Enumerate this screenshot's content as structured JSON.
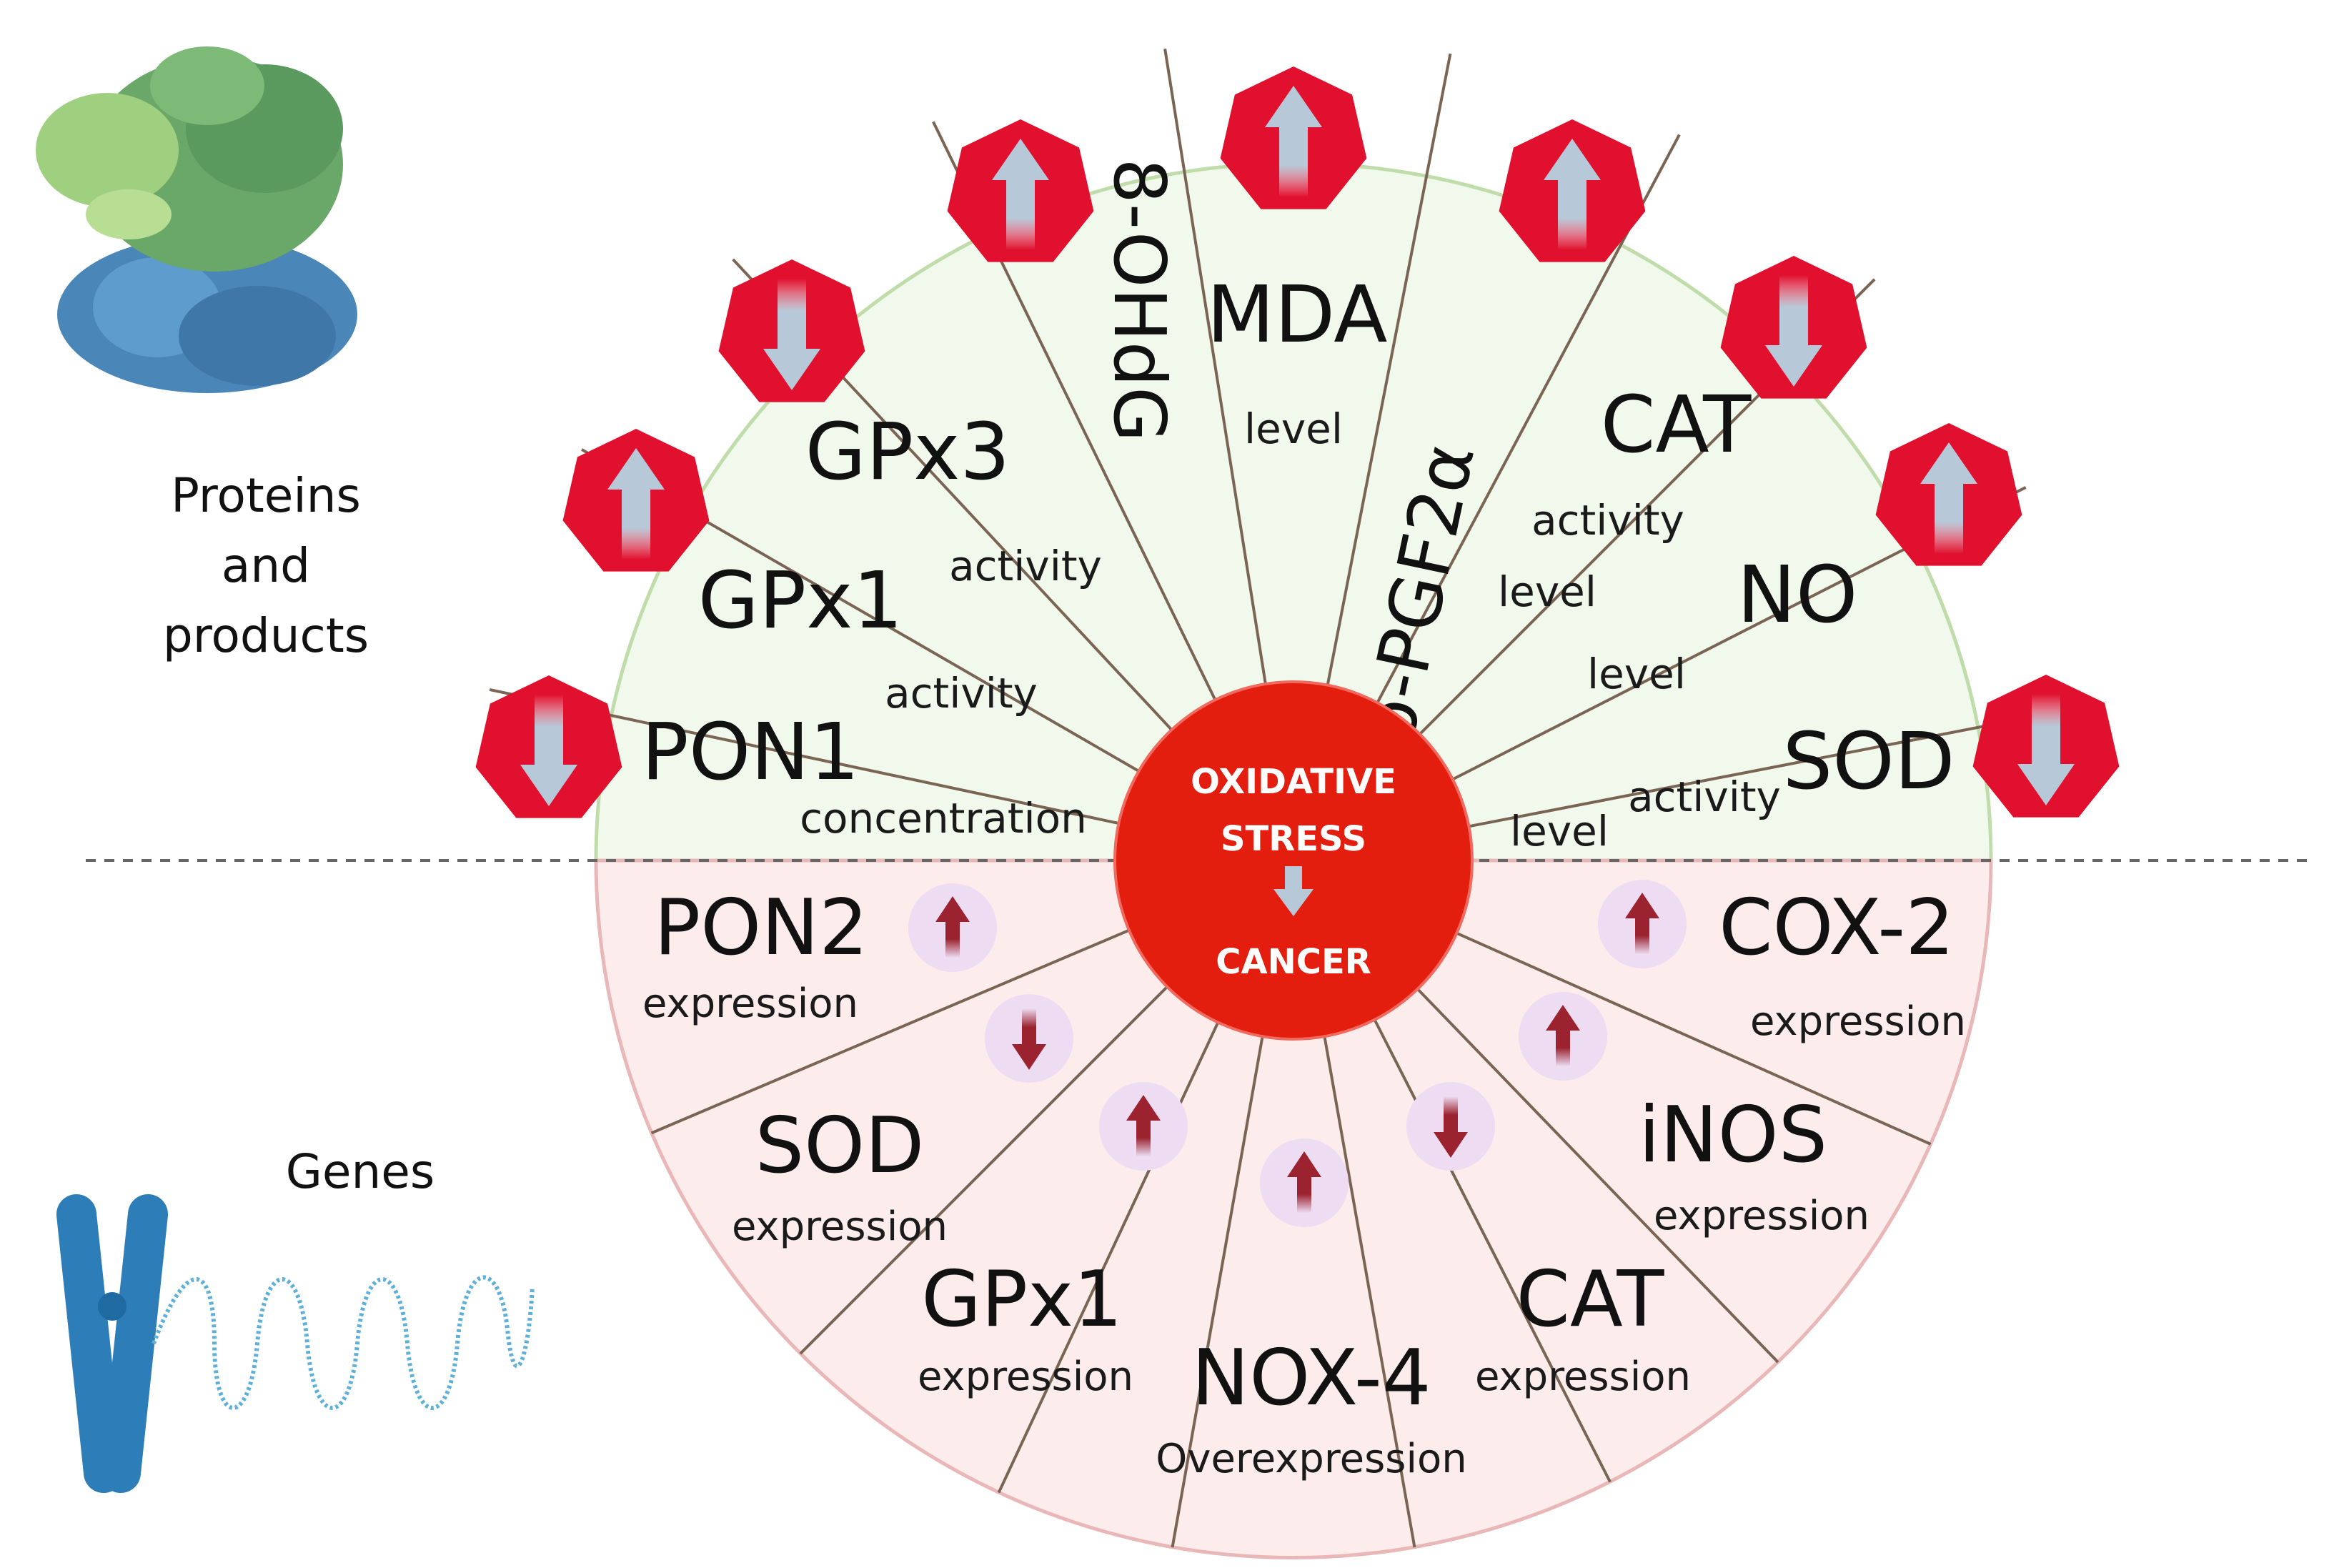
{
  "side_labels": {
    "proteins": [
      "Proteins",
      "and",
      "products"
    ],
    "genes": "Genes"
  },
  "center": {
    "line1": "OXIDATIVE",
    "line2": "STRESS",
    "line3": "CANCER"
  },
  "proteins_products": [
    {
      "name": "PON1",
      "detail": [
        "concentration"
      ],
      "direction": "down"
    },
    {
      "name": "GPx1",
      "detail": [
        "activity"
      ],
      "direction": "up"
    },
    {
      "name": "GPx3",
      "detail": [
        "activity"
      ],
      "direction": "down"
    },
    {
      "name": "8-OHdG",
      "detail": [],
      "direction": "up"
    },
    {
      "name": "MDA",
      "detail": [
        "level"
      ],
      "direction": "up"
    },
    {
      "name": "8-iso-PGF2α",
      "detail": [],
      "direction": "up"
    },
    {
      "name": "CAT",
      "detail": [
        "activity",
        "level"
      ],
      "direction": "down"
    },
    {
      "name": "NO",
      "detail": [
        "level"
      ],
      "direction": "up"
    },
    {
      "name": "SOD",
      "detail": [
        "activity",
        "level"
      ],
      "direction": "down"
    }
  ],
  "genes": [
    {
      "name": "PON2",
      "detail": "expression",
      "direction": "up"
    },
    {
      "name": "SOD",
      "detail": "expression",
      "direction": "down"
    },
    {
      "name": "GPx1",
      "detail": "expression",
      "direction": "up"
    },
    {
      "name": "NOX-4",
      "detail": "Overexpression",
      "direction": "up"
    },
    {
      "name": "CAT",
      "detail": "expression",
      "direction": "down"
    },
    {
      "name": "iNOS",
      "detail": "expression",
      "direction": "up"
    },
    {
      "name": "COX-2",
      "detail": "expression",
      "direction": "up"
    }
  ],
  "colors": {
    "top_fill": "#f1f9ec",
    "top_border": "#bfdcaa",
    "bottom_fill": "#fcecec",
    "bottom_border": "#e9b7b7",
    "spoke": "#7a6453",
    "center_fill": "#e41e0e",
    "hexagon": "#e0102e",
    "arrow_light": "#b7c8d8",
    "gene_circle": "#eddcf2",
    "gene_arrow": "#9b2330",
    "protein_green": "#6aa86a",
    "protein_blue": "#4b86b8",
    "chromosome": "#2d7db8"
  },
  "icons": [
    "protein-structure-icon",
    "chromosome-icon",
    "dna-strand-icon",
    "up-arrow-hexagon-icon",
    "down-arrow-hexagon-icon",
    "up-arrow-circle-icon",
    "down-arrow-circle-icon"
  ]
}
